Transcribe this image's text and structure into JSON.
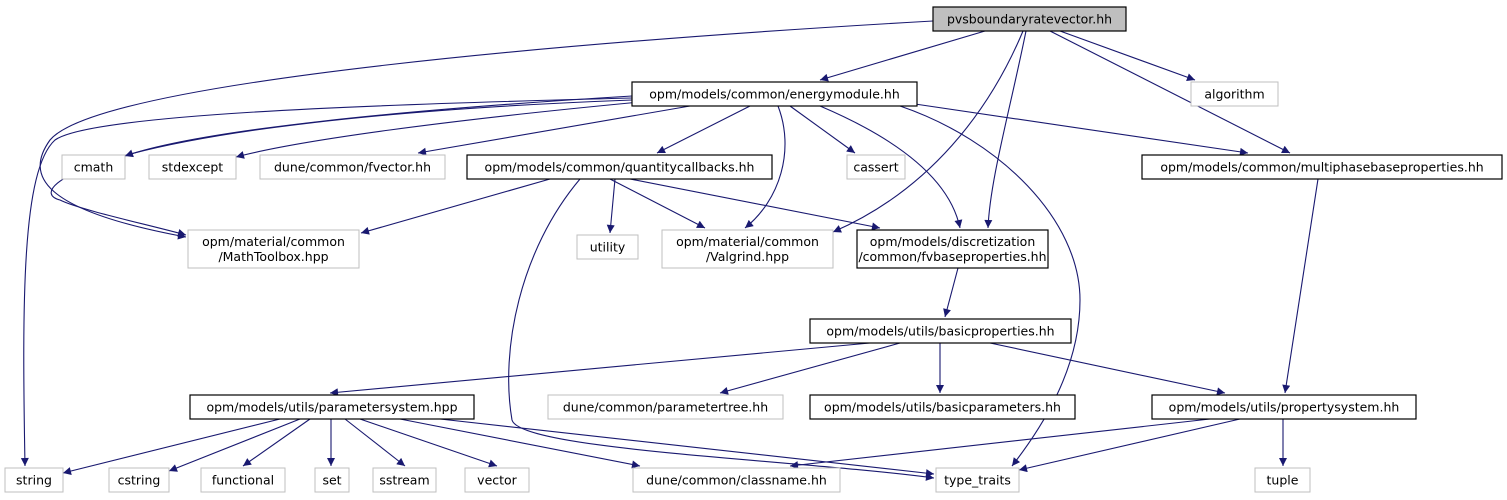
{
  "title": "Include dependency graph for pvsboundaryratevector.hh",
  "nodes": [
    {
      "id": "root",
      "lines": [
        "pvsboundaryratevector.hh"
      ],
      "kind": "root"
    },
    {
      "id": "energymodule",
      "lines": [
        "opm/models/common/energymodule.hh"
      ],
      "kind": "documented"
    },
    {
      "id": "algorithm",
      "lines": [
        "algorithm"
      ],
      "kind": "external"
    },
    {
      "id": "cmath",
      "lines": [
        "cmath"
      ],
      "kind": "external"
    },
    {
      "id": "stdexcept",
      "lines": [
        "stdexcept"
      ],
      "kind": "external"
    },
    {
      "id": "fvector",
      "lines": [
        "dune/common/fvector.hh"
      ],
      "kind": "external"
    },
    {
      "id": "quantitycallbacks",
      "lines": [
        "opm/models/common/quantitycallbacks.hh"
      ],
      "kind": "documented"
    },
    {
      "id": "cassert",
      "lines": [
        "cassert"
      ],
      "kind": "external"
    },
    {
      "id": "multiphase",
      "lines": [
        "opm/models/common/multiphasebaseproperties.hh"
      ],
      "kind": "documented"
    },
    {
      "id": "mathtoolbox",
      "lines": [
        "opm/material/common",
        "/MathToolbox.hpp"
      ],
      "kind": "external"
    },
    {
      "id": "utility",
      "lines": [
        "utility"
      ],
      "kind": "external"
    },
    {
      "id": "valgrind",
      "lines": [
        "opm/material/common",
        "/Valgrind.hpp"
      ],
      "kind": "external"
    },
    {
      "id": "fvbase",
      "lines": [
        "opm/models/discretization",
        "/common/fvbaseproperties.hh"
      ],
      "kind": "documented"
    },
    {
      "id": "basicproperties",
      "lines": [
        "opm/models/utils/basicproperties.hh"
      ],
      "kind": "documented"
    },
    {
      "id": "parametersystem",
      "lines": [
        "opm/models/utils/parametersystem.hpp"
      ],
      "kind": "documented"
    },
    {
      "id": "parametertree",
      "lines": [
        "dune/common/parametertree.hh"
      ],
      "kind": "external"
    },
    {
      "id": "basicparameters",
      "lines": [
        "opm/models/utils/basicparameters.hh"
      ],
      "kind": "documented"
    },
    {
      "id": "propertysystem",
      "lines": [
        "opm/models/utils/propertysystem.hh"
      ],
      "kind": "documented"
    },
    {
      "id": "string",
      "lines": [
        "string"
      ],
      "kind": "external"
    },
    {
      "id": "cstring",
      "lines": [
        "cstring"
      ],
      "kind": "external"
    },
    {
      "id": "functional",
      "lines": [
        "functional"
      ],
      "kind": "external"
    },
    {
      "id": "set",
      "lines": [
        "set"
      ],
      "kind": "external"
    },
    {
      "id": "sstream",
      "lines": [
        "sstream"
      ],
      "kind": "external"
    },
    {
      "id": "vector",
      "lines": [
        "vector"
      ],
      "kind": "external"
    },
    {
      "id": "classname",
      "lines": [
        "dune/common/classname.hh"
      ],
      "kind": "external"
    },
    {
      "id": "type_traits",
      "lines": [
        "type_traits"
      ],
      "kind": "external"
    },
    {
      "id": "tuple",
      "lines": [
        "tuple"
      ],
      "kind": "external"
    }
  ],
  "edges": [
    [
      "root",
      "energymodule"
    ],
    [
      "root",
      "algorithm"
    ],
    [
      "root",
      "multiphase"
    ],
    [
      "root",
      "mathtoolbox"
    ],
    [
      "root",
      "valgrind"
    ],
    [
      "root",
      "fvbase"
    ],
    [
      "energymodule",
      "string"
    ],
    [
      "energymodule",
      "cmath"
    ],
    [
      "energymodule",
      "stdexcept"
    ],
    [
      "energymodule",
      "fvector"
    ],
    [
      "energymodule",
      "quantitycallbacks"
    ],
    [
      "energymodule",
      "cassert"
    ],
    [
      "energymodule",
      "multiphase"
    ],
    [
      "energymodule",
      "mathtoolbox"
    ],
    [
      "energymodule",
      "valgrind"
    ],
    [
      "energymodule",
      "fvbase"
    ],
    [
      "energymodule",
      "type_traits"
    ],
    [
      "quantitycallbacks",
      "mathtoolbox"
    ],
    [
      "quantitycallbacks",
      "utility"
    ],
    [
      "quantitycallbacks",
      "valgrind"
    ],
    [
      "quantitycallbacks",
      "fvbase"
    ],
    [
      "quantitycallbacks",
      "type_traits"
    ],
    [
      "multiphase",
      "propertysystem"
    ],
    [
      "fvbase",
      "basicproperties"
    ],
    [
      "basicproperties",
      "parametersystem"
    ],
    [
      "basicproperties",
      "parametertree"
    ],
    [
      "basicproperties",
      "basicparameters"
    ],
    [
      "basicproperties",
      "propertysystem"
    ],
    [
      "parametersystem",
      "string"
    ],
    [
      "parametersystem",
      "cstring"
    ],
    [
      "parametersystem",
      "functional"
    ],
    [
      "parametersystem",
      "set"
    ],
    [
      "parametersystem",
      "sstream"
    ],
    [
      "parametersystem",
      "vector"
    ],
    [
      "parametersystem",
      "classname"
    ],
    [
      "parametersystem",
      "type_traits"
    ],
    [
      "propertysystem",
      "classname"
    ],
    [
      "propertysystem",
      "type_traits"
    ],
    [
      "propertysystem",
      "tuple"
    ]
  ],
  "colors": {
    "edge": "#191970",
    "root_fill": "#bfbfbf",
    "documented_border": "#000000",
    "external_border": "#bfbfbf"
  }
}
